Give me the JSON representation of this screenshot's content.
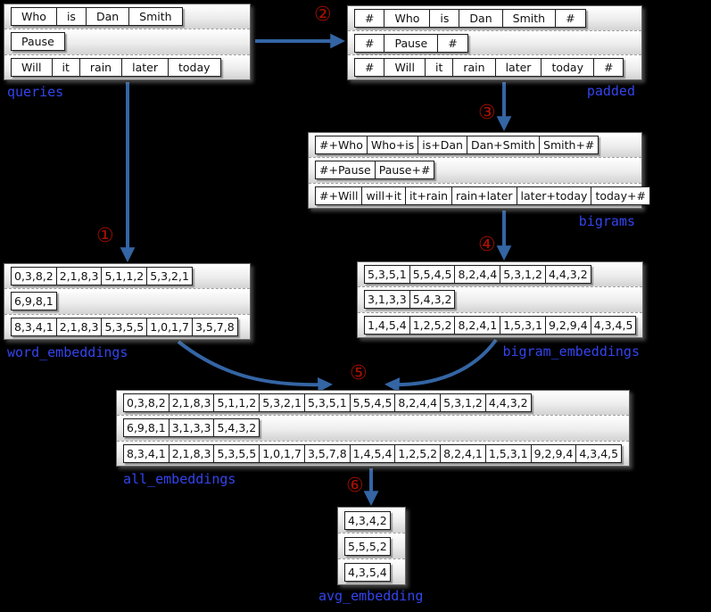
{
  "colors": {
    "background": "#000000",
    "box_border": "#666666",
    "label_blue": "#3344ee",
    "arrow_blue": "#3465a4",
    "step_red": "#a51000",
    "cell_text": "#111111"
  },
  "boxes": {
    "queries": {
      "label": "queries",
      "rows": [
        [
          "Who",
          "is",
          "Dan",
          "Smith"
        ],
        [
          "Pause"
        ],
        [
          "Will",
          "it",
          "rain",
          "later",
          "today"
        ]
      ]
    },
    "padded": {
      "label": "padded",
      "rows": [
        [
          "#",
          "Who",
          "is",
          "Dan",
          "Smith",
          "#"
        ],
        [
          "#",
          "Pause",
          "#"
        ],
        [
          "#",
          "Will",
          "it",
          "rain",
          "later",
          "today",
          "#"
        ]
      ]
    },
    "bigrams": {
      "label": "bigrams",
      "rows": [
        [
          "#+Who",
          "Who+is",
          "is+Dan",
          "Dan+Smith",
          "Smith+#"
        ],
        [
          "#+Pause",
          "Pause+#"
        ],
        [
          "#+Will",
          "will+it",
          "it+rain",
          "rain+later",
          "later+today",
          "today+#"
        ]
      ]
    },
    "word_embeddings": {
      "label": "word_embeddings",
      "rows": [
        [
          "0,3,8,2",
          "2,1,8,3",
          "5,1,1,2",
          "5,3,2,1"
        ],
        [
          "6,9,8,1"
        ],
        [
          "8,3,4,1",
          "2,1,8,3",
          "5,3,5,5",
          "1,0,1,7",
          "3,5,7,8"
        ]
      ]
    },
    "bigram_embeddings": {
      "label": "bigram_embeddings",
      "rows": [
        [
          "5,3,5,1",
          "5,5,4,5",
          "8,2,4,4",
          "5,3,1,2",
          "4,4,3,2"
        ],
        [
          "3,1,3,3",
          "5,4,3,2"
        ],
        [
          "1,4,5,4",
          "1,2,5,2",
          "8,2,4,1",
          "1,5,3,1",
          "9,2,9,4",
          "4,3,4,5"
        ]
      ]
    },
    "all_embeddings": {
      "label": "all_embeddings",
      "rows": [
        [
          "0,3,8,2",
          "2,1,8,3",
          "5,1,1,2",
          "5,3,2,1",
          "5,3,5,1",
          "5,5,4,5",
          "8,2,4,4",
          "5,3,1,2",
          "4,4,3,2"
        ],
        [
          "6,9,8,1",
          "3,1,3,3",
          "5,4,3,2"
        ],
        [
          "8,3,4,1",
          "2,1,8,3",
          "5,3,5,5",
          "1,0,1,7",
          "3,5,7,8",
          "1,4,5,4",
          "1,2,5,2",
          "8,2,4,1",
          "1,5,3,1",
          "9,2,9,4",
          "4,3,4,5"
        ]
      ]
    },
    "avg_embedding": {
      "label": "avg_embedding",
      "rows": [
        [
          "4,3,4,2"
        ],
        [
          "5,5,5,2"
        ],
        [
          "4,3,5,4"
        ]
      ]
    }
  },
  "steps": {
    "s1": "①",
    "s2": "②",
    "s3": "③",
    "s4": "④",
    "s5": "⑤",
    "s6": "⑥"
  }
}
